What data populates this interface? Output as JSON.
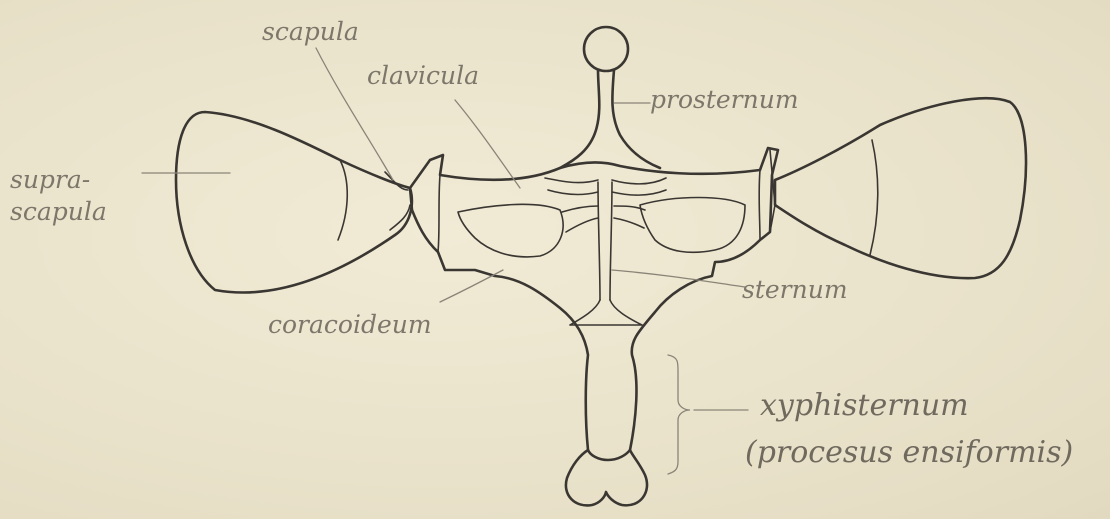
{
  "labels": {
    "scapula": "scapula",
    "clavicula": "clavicula",
    "prosternum": "prosternum",
    "suprascapula_line1": "supra-",
    "suprascapula_line2": "scapula",
    "sternum": "sternum",
    "coracoideum": "coracoideum",
    "xyphisternum": "xyphisternum",
    "xyphisternum_alt": "(procesus ensiformis)"
  },
  "colors": {
    "paper": "#ece6cf",
    "ink": "#3a3632",
    "pencil": "#7d776b"
  }
}
